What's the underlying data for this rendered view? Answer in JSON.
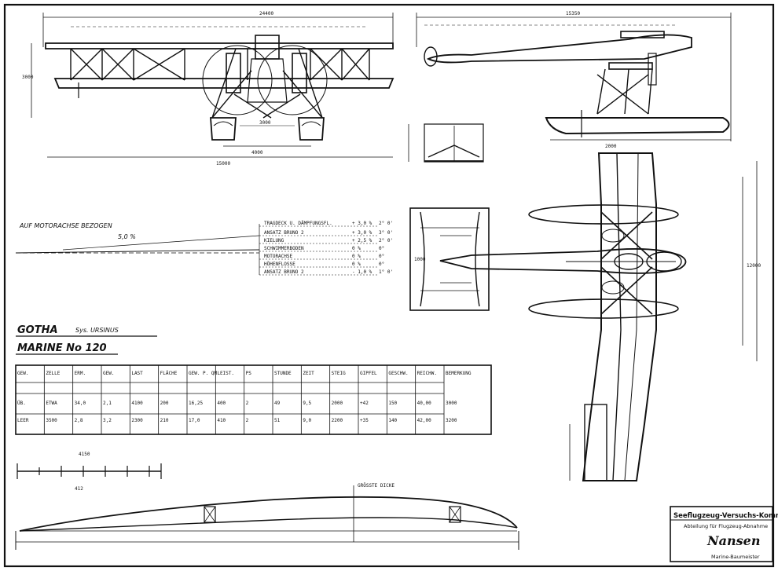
{
  "title": {
    "aircraft": "GOTHA",
    "system": "Sys. URSINUS",
    "designation": "MARINE No 120"
  },
  "side_view": {
    "heading": "AUF MOTORACHSE BEZOGEN",
    "angle": "5,0 %",
    "items": [
      {
        "label": "TRAGDECK U. DÄMPFUNGSFL.",
        "value": "+ 3,0 %",
        "deg": "2° 0'"
      },
      {
        "label": "ANSATZ BRUNO 2",
        "value": "+ 3,0 %",
        "deg": "3° 0'"
      },
      {
        "label": "KIELUNG",
        "value": "+ 2,5 %",
        "deg": "2° 0'"
      },
      {
        "label": "SCHWIMMERBODEN",
        "value": "0 %",
        "deg": "0°"
      },
      {
        "label": "MOTORACHSE",
        "value": "0 %",
        "deg": "0°"
      },
      {
        "label": "HÖHENFLOSSE",
        "value": "0 %",
        "deg": "0°"
      },
      {
        "label": "ANSATZ BRUNO 2",
        "value": "- 1,0 %",
        "deg": "1° 0'"
      }
    ]
  },
  "dimensions": {
    "front_span": "24400",
    "lower_span": "15000",
    "gap": "3000",
    "track": "4000",
    "side_length": "15350",
    "side_sub": "2000",
    "height": "3000",
    "plan_width": "1000",
    "plan_depth": "12000"
  },
  "table": {
    "headers": [
      "GEW.",
      "ZELLE",
      "ERM.",
      "GEW.",
      "LAST",
      "FLÄCHE",
      "GEW. P. QM",
      "LEIST.",
      "PS",
      "STUNDE",
      "ZEIT",
      "STEIG",
      "GIPFEL",
      "GESCHW.",
      "REICHW.",
      "BEMERKUNG"
    ],
    "rows": [
      [
        "ÜB.",
        "ETWA",
        "34,0",
        "2,1",
        "4100",
        "200",
        "16,25",
        "400",
        "2",
        "49",
        "9,5",
        "2000",
        "+42",
        "150",
        "40,00",
        "3000"
      ],
      [
        "LEER",
        "3500",
        "2,8",
        "3,2",
        "2300",
        "210",
        "17,0",
        "410",
        "2",
        "51",
        "9,0",
        "2200",
        "+35",
        "140",
        "42,00",
        "3200"
      ]
    ]
  },
  "wing_profile": {
    "scale_top": "4150",
    "scale_sub": "412",
    "label": "GRÖSSTE DICKE"
  },
  "stamp": {
    "line1": "Seeflugzeug-Versuchs-Kommando",
    "line2": "Abteilung für Flugzeug-Abnahme",
    "signature": "Nansen",
    "line3": "Marine-Baumeister"
  }
}
